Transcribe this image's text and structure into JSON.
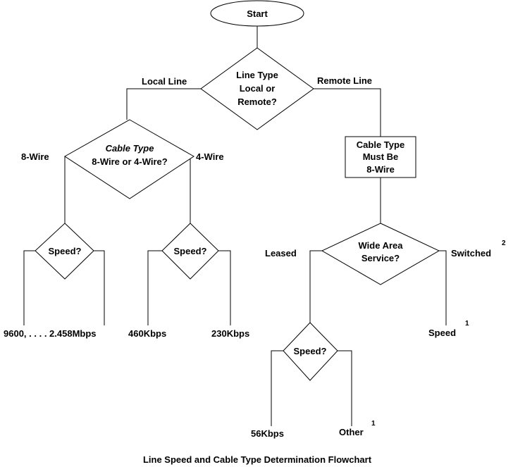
{
  "start": {
    "label": "Start"
  },
  "decision_line_type": {
    "lines": [
      "Line Type",
      "Local or",
      "Remote?"
    ]
  },
  "branch_local": {
    "label": "Local Line"
  },
  "branch_remote": {
    "label": "Remote Line"
  },
  "decision_cable_type": {
    "line1": "Cable Type",
    "line2": "8-Wire or 4-Wire?"
  },
  "branch_8wire": {
    "label": "8-Wire"
  },
  "branch_4wire": {
    "label": "4-Wire"
  },
  "box_cable_8wire": {
    "lines": [
      "Cable Type",
      "Must Be",
      "8-Wire"
    ]
  },
  "decision_speed_8wire": {
    "label": "Speed?"
  },
  "decision_speed_4wire": {
    "label": "Speed?"
  },
  "decision_wan": {
    "lines": [
      "Wide Area",
      "Service?"
    ]
  },
  "branch_leased": {
    "label": "Leased"
  },
  "branch_switched": {
    "label": "Switched",
    "note": "2"
  },
  "decision_speed_leased": {
    "label": "Speed?"
  },
  "outcome_8wire": {
    "label": "9600, . . . . 2.458Mbps"
  },
  "outcome_460": {
    "label": "460Kbps"
  },
  "outcome_230": {
    "label": "230Kbps"
  },
  "outcome_switched_speed": {
    "label": "Speed",
    "note": "1"
  },
  "outcome_56": {
    "label": "56Kbps"
  },
  "outcome_other": {
    "label": "Other",
    "note": "1"
  },
  "caption": {
    "text": "Line Speed and Cable Type Determination Flowchart"
  }
}
